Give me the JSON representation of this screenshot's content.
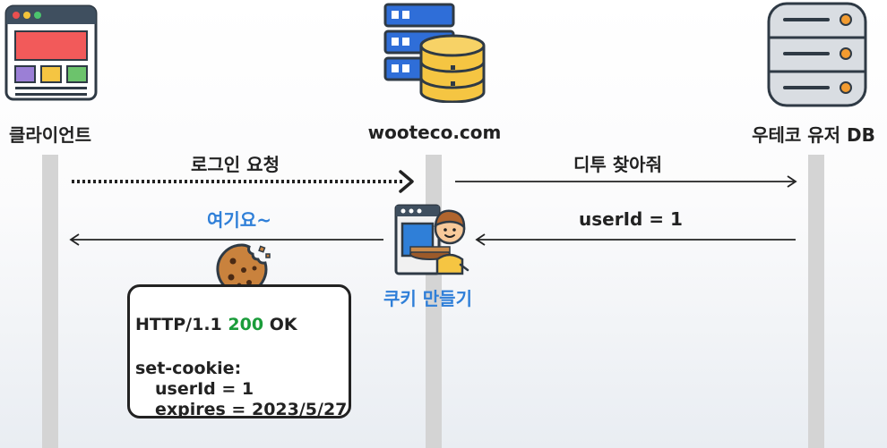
{
  "actors": {
    "client": "클라이언트",
    "server": "wooteco.com",
    "db": "우테코 유저 DB"
  },
  "messages": {
    "login_request": "로그인 요청",
    "find_user": "디투 찾아줘",
    "user_id_return": "userId = 1",
    "here_you_go": "여기요~",
    "make_cookie": "쿠키 만들기"
  },
  "response": {
    "status_prefix": "HTTP/1.1 ",
    "status_code": "200",
    "status_text": " OK",
    "header_name": "set-cookie:",
    "cookie_user_id": "userId = 1",
    "cookie_expires": "expires = 2023/5/27"
  },
  "colors": {
    "accent_blue": "#2f7fd8",
    "status_green": "#1a9c3a",
    "lifeline": "#d4d4d4"
  },
  "icons": [
    "browser-window-icon",
    "server-database-icon",
    "database-icon",
    "cookie-icon",
    "chef-oven-icon"
  ]
}
